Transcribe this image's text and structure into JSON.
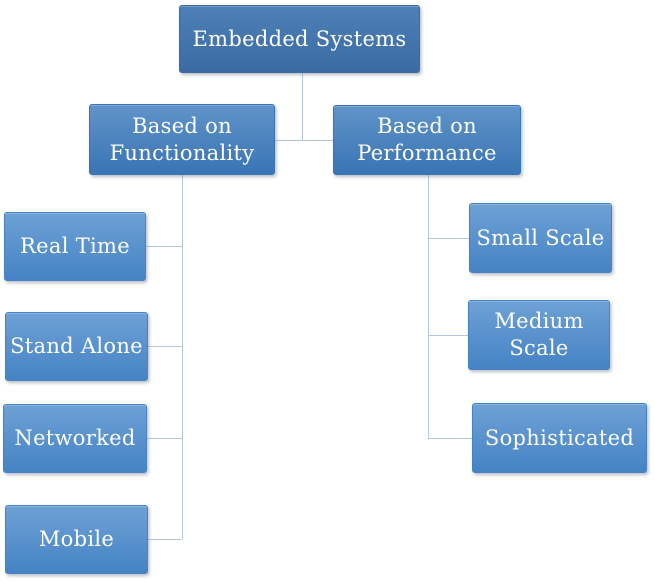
{
  "title": "Embedded Systems classification diagram",
  "colors": {
    "background": "#ffffff",
    "text": "#ffffff",
    "connector": "#b4c7e1",
    "level1_top": "#4e80b8",
    "level1_bottom": "#3a6ba2",
    "level2_top": "#6093c9",
    "level2_bottom": "#3975b4",
    "level3_top": "#6ea1d5",
    "level3_bottom": "#4583c5"
  },
  "diagram": {
    "root": {
      "label": "Embedded Systems"
    },
    "branches": [
      {
        "label": "Based on\nFunctionality",
        "children": [
          {
            "label": "Real Time"
          },
          {
            "label": "Stand Alone"
          },
          {
            "label": "Networked"
          },
          {
            "label": "Mobile"
          }
        ]
      },
      {
        "label": "Based on\nPerformance",
        "children": [
          {
            "label": "Small Scale"
          },
          {
            "label": "Medium\nScale"
          },
          {
            "label": "Sophisticated"
          }
        ]
      }
    ]
  }
}
